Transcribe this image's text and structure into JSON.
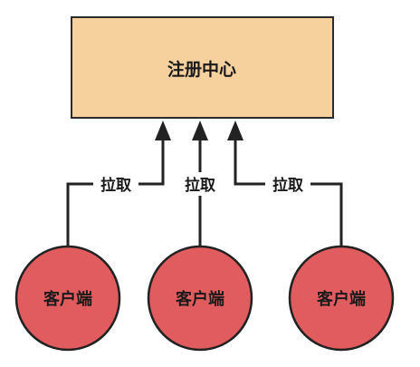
{
  "diagram": {
    "registry": {
      "label": "注册中心",
      "fill": "#f6d09d",
      "stroke": "#2b2b2b"
    },
    "clients": [
      {
        "label": "客户端"
      },
      {
        "label": "客户端"
      },
      {
        "label": "客户端"
      }
    ],
    "edges": [
      {
        "label": "拉取"
      },
      {
        "label": "拉取"
      },
      {
        "label": "拉取"
      }
    ],
    "client_fill": "#e05c5e",
    "client_stroke": "#222222",
    "line_color": "#222222"
  }
}
